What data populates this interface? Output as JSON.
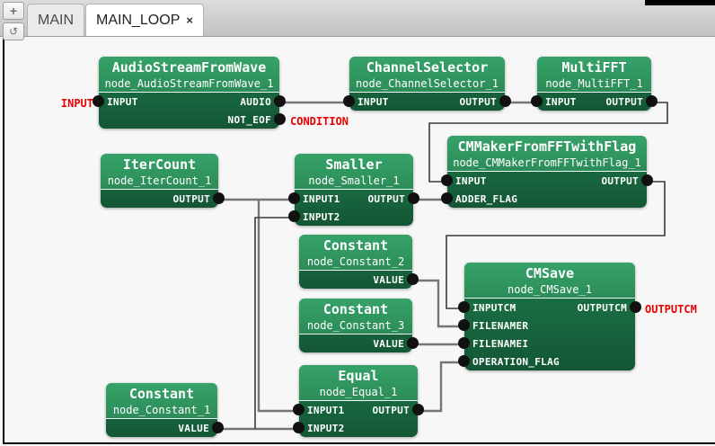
{
  "toolbar": {
    "zoom_in_label": "+",
    "refresh_label": "↺"
  },
  "tabs": [
    {
      "label": "MAIN",
      "active": false
    },
    {
      "label": "MAIN_LOOP",
      "active": true,
      "close_label": "×"
    }
  ],
  "nodes": [
    {
      "title": "AudioStreamFromWave",
      "name": "node_AudioStreamFromWave_1",
      "rows": [
        {
          "left": "INPUT",
          "right": "AUDIO"
        },
        {
          "right": "NOT_EOF"
        }
      ]
    },
    {
      "title": "ChannelSelector",
      "name": "node_ChannelSelector_1",
      "rows": [
        {
          "left": "INPUT",
          "right": "OUTPUT"
        }
      ]
    },
    {
      "title": "MultiFFT",
      "name": "node_MultiFFT_1",
      "rows": [
        {
          "left": "INPUT",
          "right": "OUTPUT"
        }
      ]
    },
    {
      "title": "CMMakerFromFFTwithFlag",
      "name": "node_CMMakerFromFFTwithFlag_1",
      "rows": [
        {
          "left": "INPUT",
          "right": "OUTPUT"
        },
        {
          "left": "ADDER_FLAG"
        }
      ]
    },
    {
      "title": "IterCount",
      "name": "node_IterCount_1",
      "rows": [
        {
          "right": "OUTPUT"
        }
      ]
    },
    {
      "title": "Smaller",
      "name": "node_Smaller_1",
      "rows": [
        {
          "left": "INPUT1",
          "right": "OUTPUT"
        },
        {
          "left": "INPUT2"
        }
      ]
    },
    {
      "title": "Constant",
      "name": "node_Constant_2",
      "rows": [
        {
          "right": "VALUE"
        }
      ]
    },
    {
      "title": "Constant",
      "name": "node_Constant_3",
      "rows": [
        {
          "right": "VALUE"
        }
      ]
    },
    {
      "title": "CMSave",
      "name": "node_CMSave_1",
      "rows": [
        {
          "left": "INPUTCM",
          "right": "OUTPUTCM"
        },
        {
          "left": "FILENAMER"
        },
        {
          "left": "FILENAMEI"
        },
        {
          "left": "OPERATION_FLAG"
        }
      ]
    },
    {
      "title": "Equal",
      "name": "node_Equal_1",
      "rows": [
        {
          "left": "INPUT1",
          "right": "OUTPUT"
        },
        {
          "left": "INPUT2"
        }
      ]
    },
    {
      "title": "Constant",
      "name": "node_Constant_1",
      "rows": [
        {
          "right": "VALUE"
        }
      ]
    }
  ],
  "io_labels": [
    {
      "text": "INPUT"
    },
    {
      "text": "CONDITION"
    },
    {
      "text": "OUTPUTCM"
    }
  ],
  "colors": {
    "node_head_top": "#36a269",
    "node_head_bottom": "#2c8c58",
    "node_body_top": "#1e7a4b",
    "node_body_bottom": "#135635",
    "io_label_red": "#e80000",
    "wire_gray": "#767676",
    "wire_dark": "#3a3a3a",
    "canvas_bg": "#f7f7f7"
  }
}
